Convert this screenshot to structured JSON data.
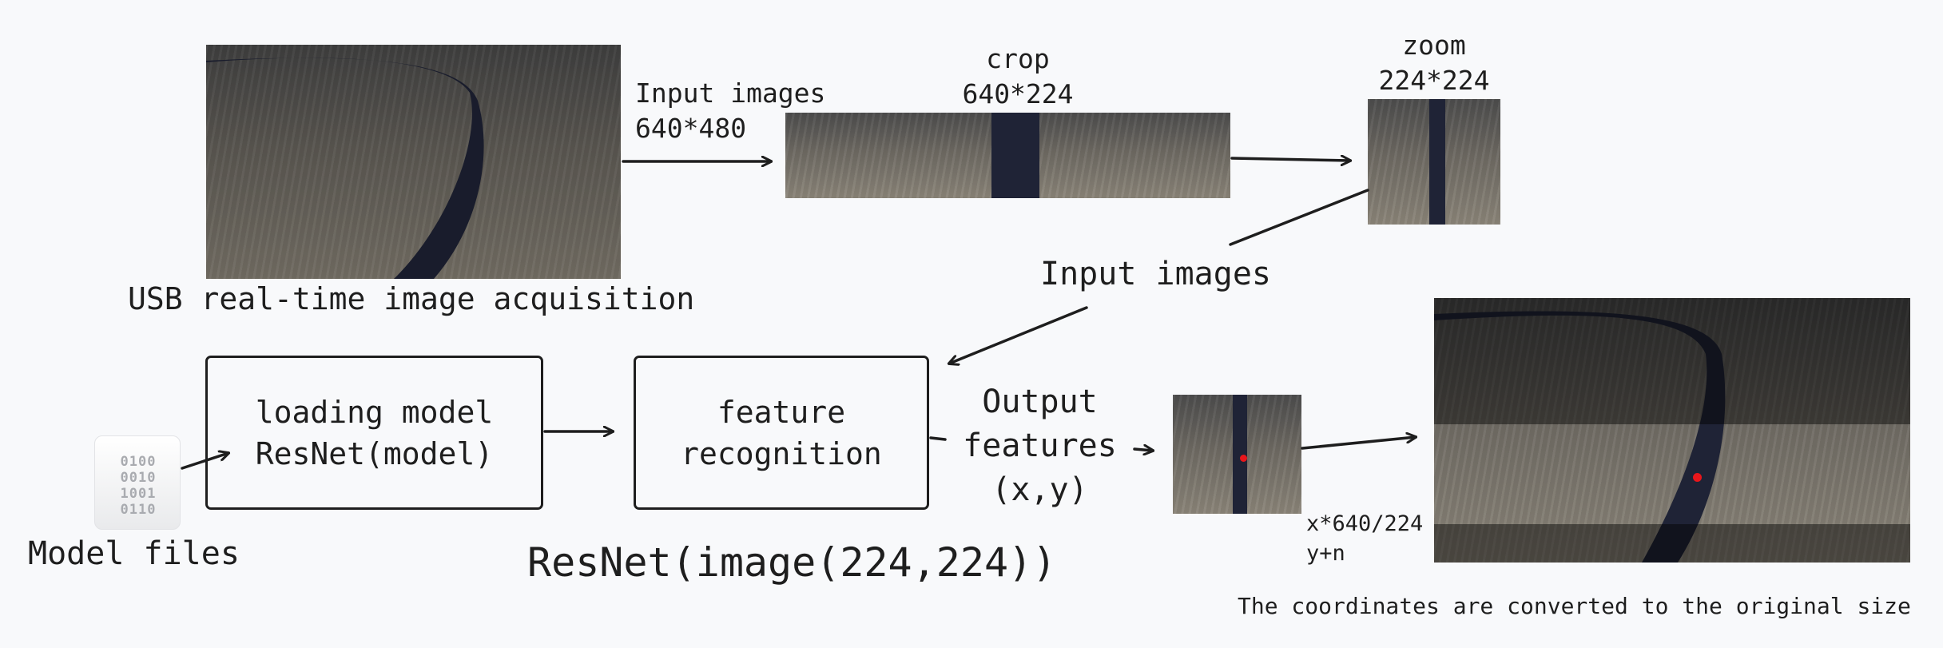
{
  "labels": {
    "input_images_1": "Input images",
    "input_size": "640*480",
    "crop_title": "crop",
    "crop_size": "640*224",
    "zoom_title": "zoom",
    "zoom_size": "224*224",
    "usb_acquisition": "USB real-time image acquisition",
    "input_images_2": "Input images",
    "output_line1": "Output",
    "output_line2": "features",
    "output_line3": "(x,y)",
    "resnet_formula": "ResNet(image(224,224))",
    "model_files": "Model files",
    "coord_x": "x*640/224",
    "coord_y": "y+n",
    "convert_note": "The coordinates are converted to the original size"
  },
  "boxes": {
    "loading_model_line1": "loading model",
    "loading_model_line2": "ResNet(model)",
    "feature_line1": "feature",
    "feature_line2": "recognition"
  },
  "icons": {
    "model_file": "binary-file-icon",
    "model_file_glyph": "0100\n0010\n1001\n0110"
  },
  "colors": {
    "stroke": "#1e1e1e",
    "track_line": "#1f2336",
    "marker": "#e8161b"
  }
}
